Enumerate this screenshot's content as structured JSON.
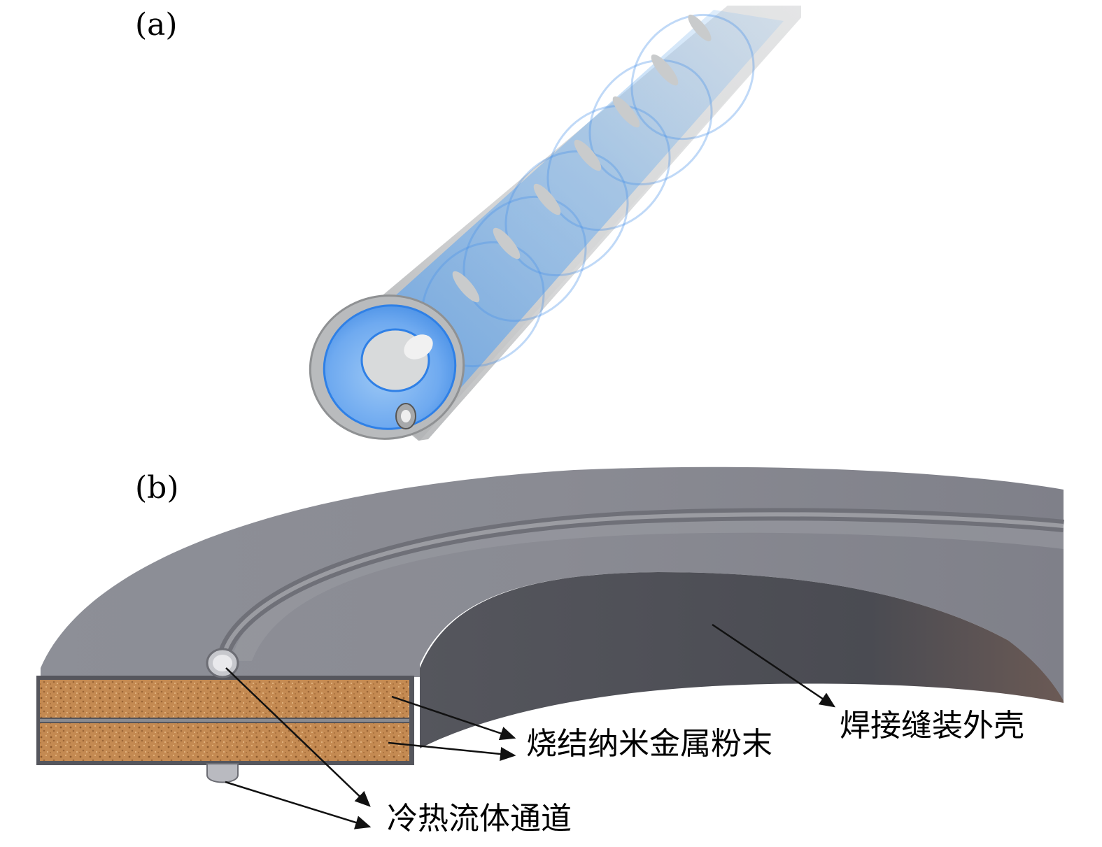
{
  "panels": {
    "a": {
      "label": "(a)"
    },
    "b": {
      "label": "(b)"
    }
  },
  "callouts": {
    "welded_shell": "焊接缝装外壳",
    "sintered_powder": "烧结纳米金属粉末",
    "fluid_channel": "冷热流体通道"
  },
  "colors": {
    "tube_shell": "#c4c6c7",
    "spiral_fill": "#6aa8ea",
    "spiral_edge": "#2f80e6",
    "ring_top": "#8a8b92",
    "ring_inner_wall": "#4d4e55",
    "sintered_powder": "#c9925a",
    "callout_line": "#111111"
  }
}
